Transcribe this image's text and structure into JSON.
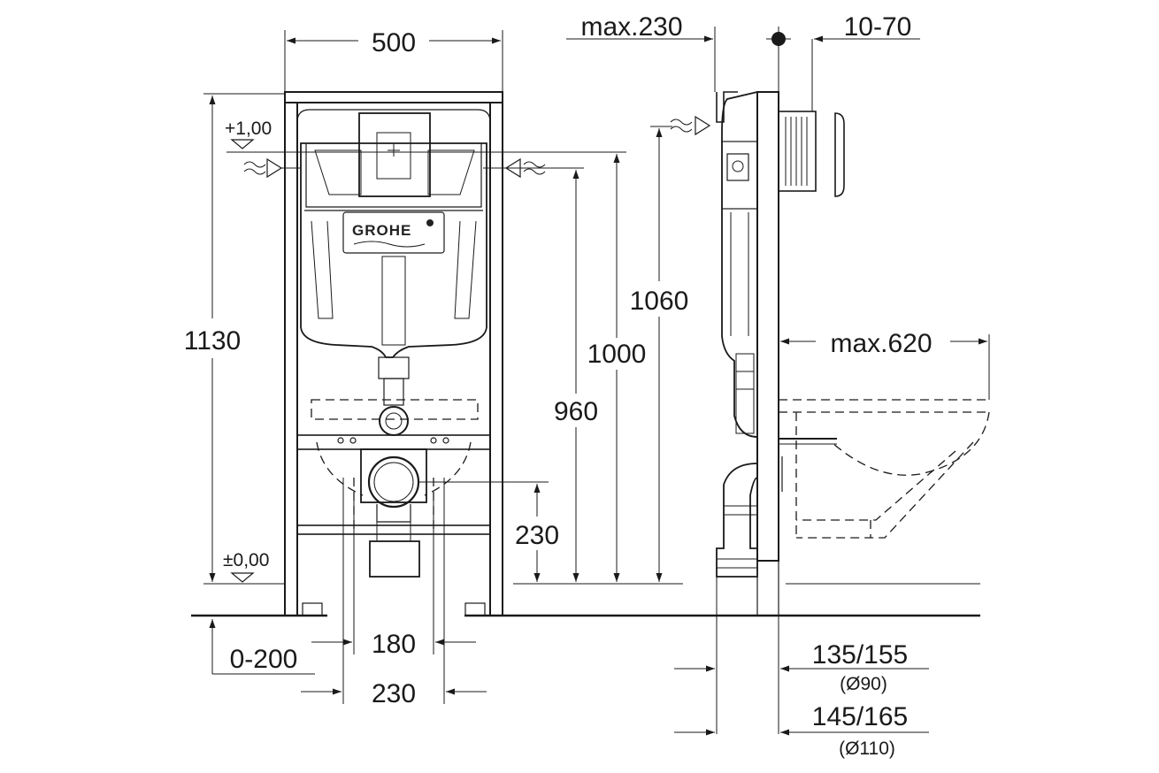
{
  "brand": "GROHE",
  "front_view": {
    "width": "500",
    "height_total": "1130",
    "level_top": "+1,00",
    "level_floor": "±0,00",
    "floor_range": "0-200",
    "inlet_height": "1060",
    "height_1000": "1000",
    "height_960": "960",
    "outlet_height": "230",
    "spacing_180": "180",
    "spacing_230": "230"
  },
  "side_view": {
    "max_230": "max.230",
    "range_10_70": "10-70",
    "max_620": "max.620",
    "dist_135_155": "135/155",
    "dia_90": "(Ø90)",
    "dist_145_165": "145/165",
    "dia_110": "(Ø110)"
  }
}
